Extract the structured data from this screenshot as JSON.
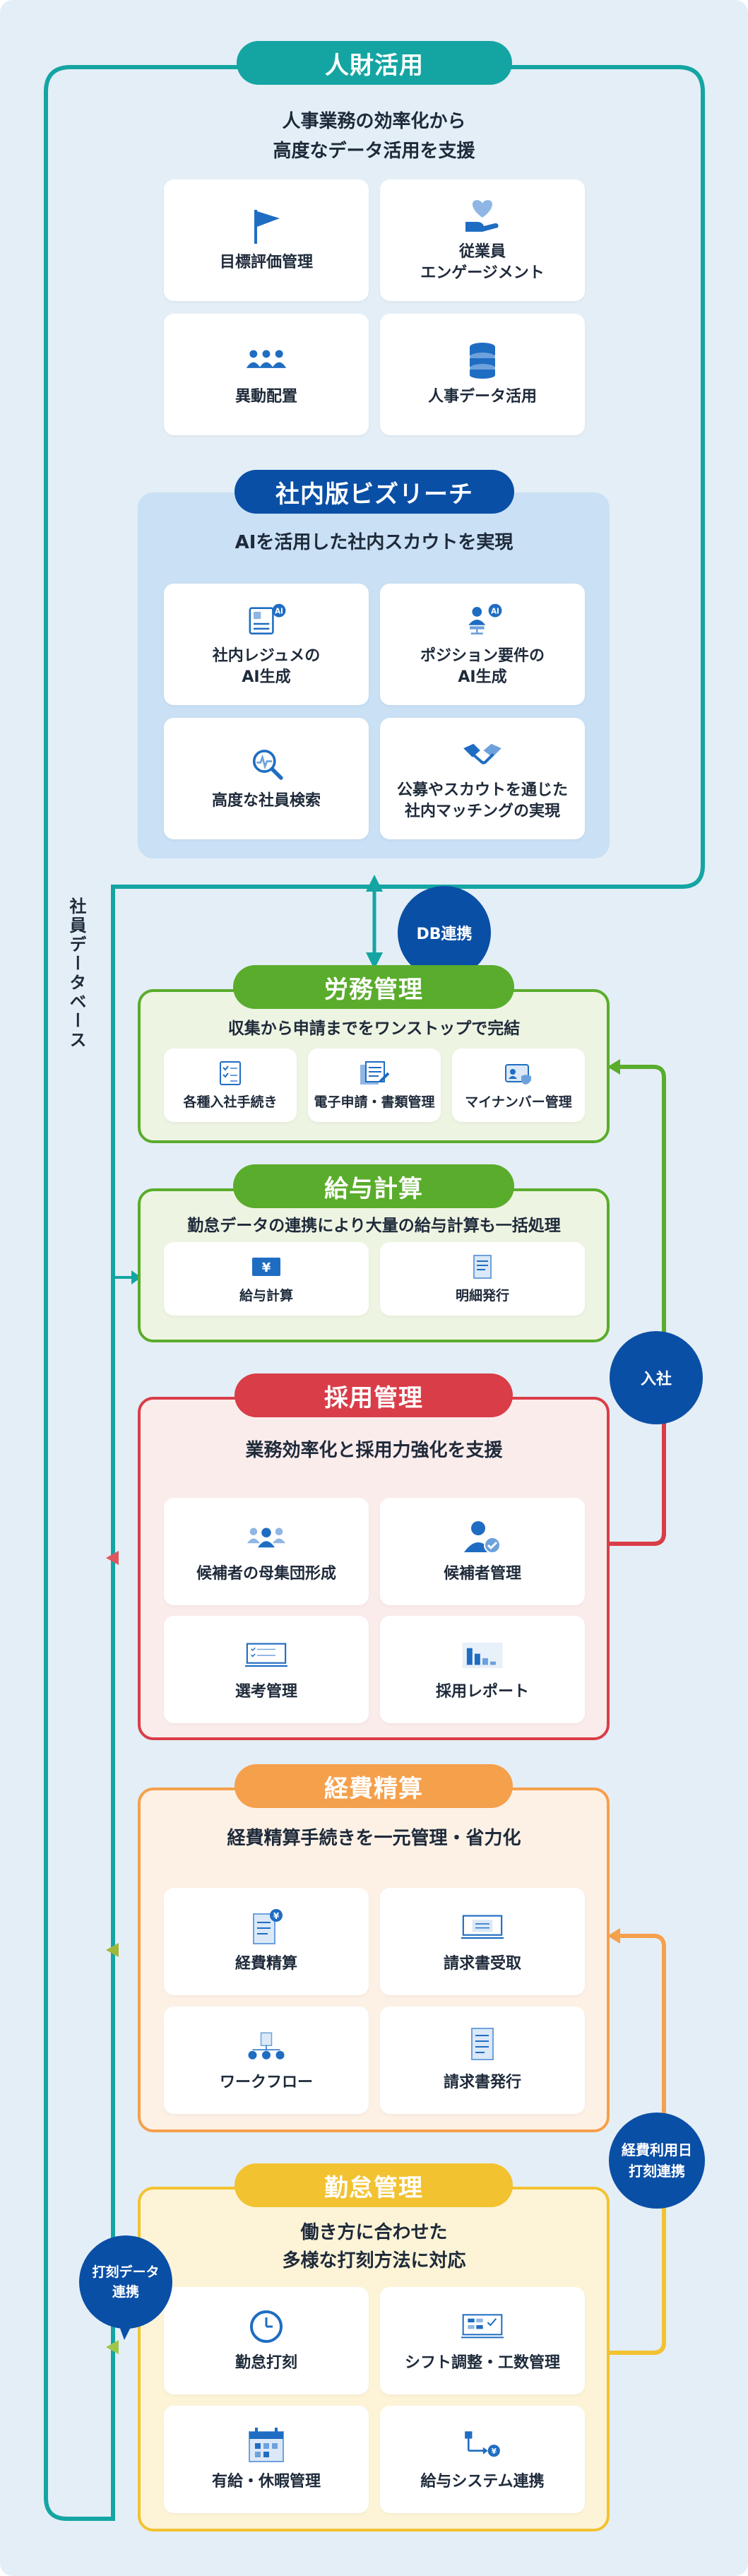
{
  "hr": {
    "title": "人財活用",
    "subtitle_lines": [
      "人事業務の効率化から",
      "高度なデータ活用を支援"
    ],
    "cards": [
      {
        "label_lines": [
          "目標評価管理"
        ],
        "icon": "flag-icon"
      },
      {
        "label_lines": [
          "従業員",
          "エンゲージメント"
        ],
        "icon": "heart-hand-icon"
      },
      {
        "label_lines": [
          "異動配置"
        ],
        "icon": "people-group-icon"
      },
      {
        "label_lines": [
          "人事データ活用"
        ],
        "icon": "database-icon"
      }
    ],
    "bizreach": {
      "title": "社内版ビズリーチ",
      "subtitle": "AIを活用した社内スカウトを実現",
      "cards": [
        {
          "label_lines": [
            "社内レジュメの",
            "AI生成"
          ],
          "icon": "resume-ai-icon",
          "badge": "AI"
        },
        {
          "label_lines": [
            "ポジション要件の",
            "AI生成"
          ],
          "icon": "position-ai-icon",
          "badge": "AI"
        },
        {
          "label_lines": [
            "高度な社員検索"
          ],
          "icon": "search-people-icon"
        },
        {
          "label_lines": [
            "公募やスカウトを通じた",
            "社内マッチングの実現"
          ],
          "icon": "handshake-icon"
        }
      ]
    }
  },
  "db_label": "社員データベース",
  "db_link": "DB連携",
  "labor": {
    "title": "労務管理",
    "subtitle": "収集から申請までをワンストップで完結",
    "cards": [
      {
        "label": "各種入社手続き",
        "icon": "checklist-icon"
      },
      {
        "label": "電子申請・書類管理",
        "icon": "documents-icon"
      },
      {
        "label": "マイナンバー管理",
        "icon": "id-card-icon"
      }
    ]
  },
  "payroll": {
    "title": "給与計算",
    "subtitle": "勤怠データの連携により大量の給与計算も一括処理",
    "cards": [
      {
        "label": "給与計算",
        "icon": "yen-icon"
      },
      {
        "label": "明細発行",
        "icon": "statement-icon"
      }
    ]
  },
  "recruit": {
    "title": "採用管理",
    "subtitle": "業務効率化と採用力強化を支援",
    "cards": [
      {
        "label": "候補者の母集団形成",
        "icon": "candidates-icon"
      },
      {
        "label": "候補者管理",
        "icon": "candidate-check-icon"
      },
      {
        "label": "選考管理",
        "icon": "monitor-list-icon"
      },
      {
        "label": "採用レポート",
        "icon": "report-chart-icon"
      }
    ]
  },
  "nyusha": "入社",
  "expense": {
    "title": "経費精算",
    "subtitle": "経費精算手続きを一元管理・省力化",
    "cards": [
      {
        "label": "経費精算",
        "icon": "receipt-yen-icon"
      },
      {
        "label": "請求書受取",
        "icon": "invoice-receive-icon"
      },
      {
        "label": "ワークフロー",
        "icon": "workflow-icon"
      },
      {
        "label": "請求書発行",
        "icon": "invoice-issue-icon"
      }
    ]
  },
  "expense_link_lines": [
    "経費利用日",
    "打刻連携"
  ],
  "attendance": {
    "title": "勤怠管理",
    "subtitle_lines": [
      "働き方に合わせた",
      "多様な打刻方法に対応"
    ],
    "cards": [
      {
        "label": "勤怠打刻",
        "icon": "clock-icon"
      },
      {
        "label": "シフト調整・工数管理",
        "icon": "shift-board-icon"
      },
      {
        "label": "有給・休暇管理",
        "icon": "calendar-icon"
      },
      {
        "label": "給与システム連携",
        "icon": "system-link-icon"
      }
    ]
  },
  "stamp_link_lines": [
    "打刻データ",
    "連携"
  ],
  "colors": {
    "teal": "#14a5a3",
    "navy": "#0a4fa6",
    "blue_section": "#c9e0f5",
    "green": "#5aac2c",
    "red": "#d93d48",
    "orange": "#f5a04b",
    "yellow": "#f2c230"
  }
}
